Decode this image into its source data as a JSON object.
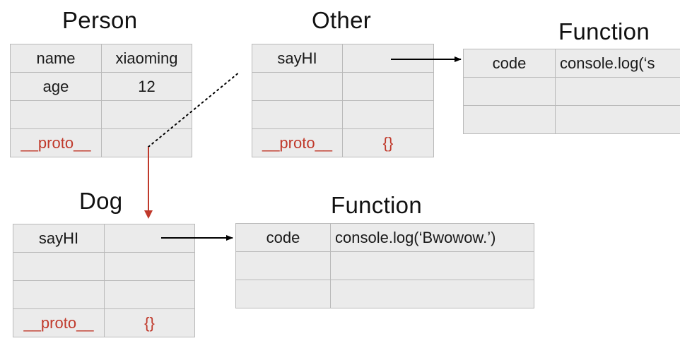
{
  "person": {
    "title": "Person",
    "rows": [
      [
        "name",
        "xiaoming"
      ],
      [
        "age",
        "12"
      ],
      [
        "",
        ""
      ],
      [
        "__proto__",
        ""
      ]
    ]
  },
  "other": {
    "title": "Other",
    "rows": [
      [
        "sayHI",
        ""
      ],
      [
        "",
        ""
      ],
      [
        "",
        ""
      ],
      [
        "__proto__",
        "{}"
      ]
    ]
  },
  "function_top": {
    "title": "Function",
    "rows": [
      [
        "code",
        "console.log(‘s"
      ],
      [
        "",
        ""
      ],
      [
        "",
        ""
      ]
    ]
  },
  "dog": {
    "title": "Dog",
    "rows": [
      [
        "sayHI",
        ""
      ],
      [
        "",
        ""
      ],
      [
        "",
        ""
      ],
      [
        "__proto__",
        "{}"
      ]
    ]
  },
  "function_bottom": {
    "title": "Function",
    "rows": [
      [
        "code",
        "console.log(‘Bwowow.’)"
      ],
      [
        "",
        ""
      ]
    ]
  },
  "colors": {
    "proto_red": "#c0392b",
    "cell_bg": "#ebebeb",
    "arrow_black": "#000000"
  }
}
